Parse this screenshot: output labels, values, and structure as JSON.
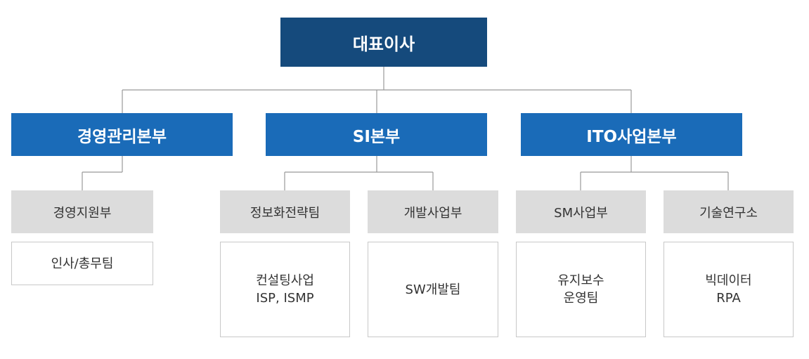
{
  "colors": {
    "ceo_fill": "#154a7c",
    "division_fill": "#1a6bb8",
    "team_fill": "#dcdcdc",
    "detail_border": "#c8c8c8",
    "connector": "#999999"
  },
  "ceo": {
    "label": "대표이사"
  },
  "divisions": [
    {
      "label": "경영관리본부",
      "teams": [
        {
          "label": "경영지원부",
          "details": [
            "인사/총무팀"
          ]
        }
      ]
    },
    {
      "label": "SI본부",
      "teams": [
        {
          "label": "정보화전략팀",
          "details": [
            "컨설팅사업",
            "ISP, ISMP"
          ]
        },
        {
          "label": "개발사업부",
          "details": [
            "SW개발팀"
          ]
        }
      ]
    },
    {
      "label": "ITO사업본부",
      "teams": [
        {
          "label": "SM사업부",
          "details": [
            "유지보수",
            "운영팀"
          ]
        },
        {
          "label": "기술연구소",
          "details": [
            "빅데이터",
            "RPA"
          ]
        }
      ]
    }
  ]
}
